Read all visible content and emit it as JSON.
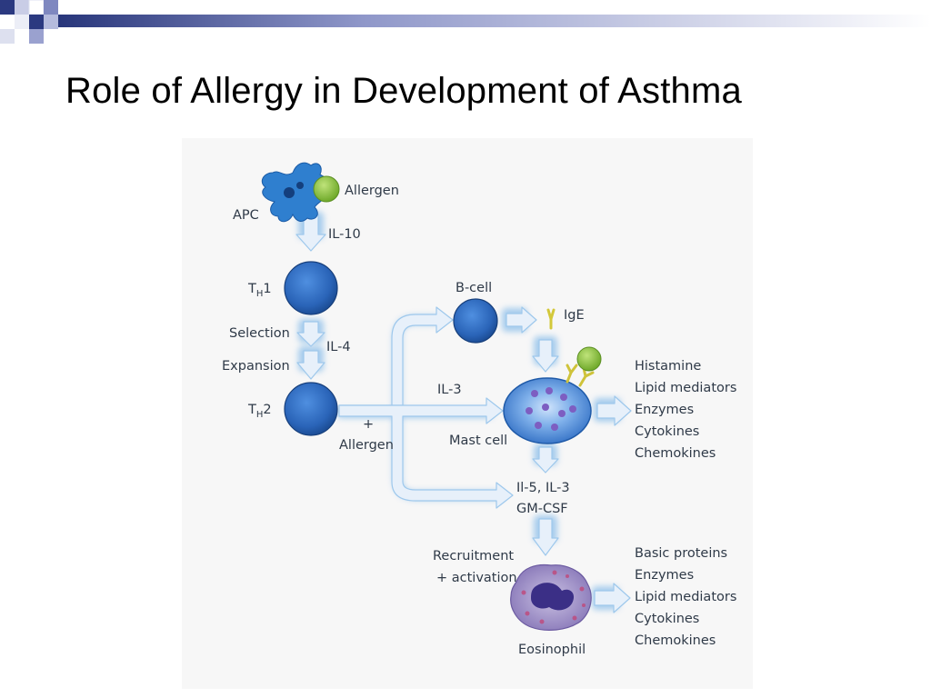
{
  "slide": {
    "title": "Role of Allergy in Development of Asthma"
  },
  "colors": {
    "cell_blue": "#2a64b8",
    "arrow_light": "#e7f0fa",
    "arrow_glow": "#9ec8ec",
    "allergen_green": "#8cc63f",
    "ige_yellow": "#d8d23a",
    "eosinophil_purple": "#8b7bb8",
    "deco_navy": "#1f2f7a"
  },
  "diagram": {
    "apc": "APC",
    "allergen": "Allergen",
    "il10": "IL-10",
    "th1_main": "T",
    "th1_sub": "H",
    "th1_num": "1",
    "selection": "Selection",
    "il4": "IL-4",
    "expansion": "Expansion",
    "th2_main": "T",
    "th2_sub": "H",
    "th2_num": "2",
    "plus": "+",
    "allergen2": "Allergen",
    "bcell": "B-cell",
    "ige": "IgE",
    "il3": "IL-3",
    "mastcell": "Mast cell",
    "mast_outputs": [
      "Histamine",
      "Lipid mediators",
      "Enzymes",
      "Cytokines",
      "Chemokines"
    ],
    "il5_line1": "Il-5, IL-3",
    "il5_line2": "GM-CSF",
    "recruit_line1": "Recruitment",
    "recruit_line2": "+ activation",
    "eosinophil": "Eosinophil",
    "eos_outputs": [
      "Basic proteins",
      "Enzymes",
      "Lipid mediators",
      "Cytokines",
      "Chemokines"
    ]
  }
}
